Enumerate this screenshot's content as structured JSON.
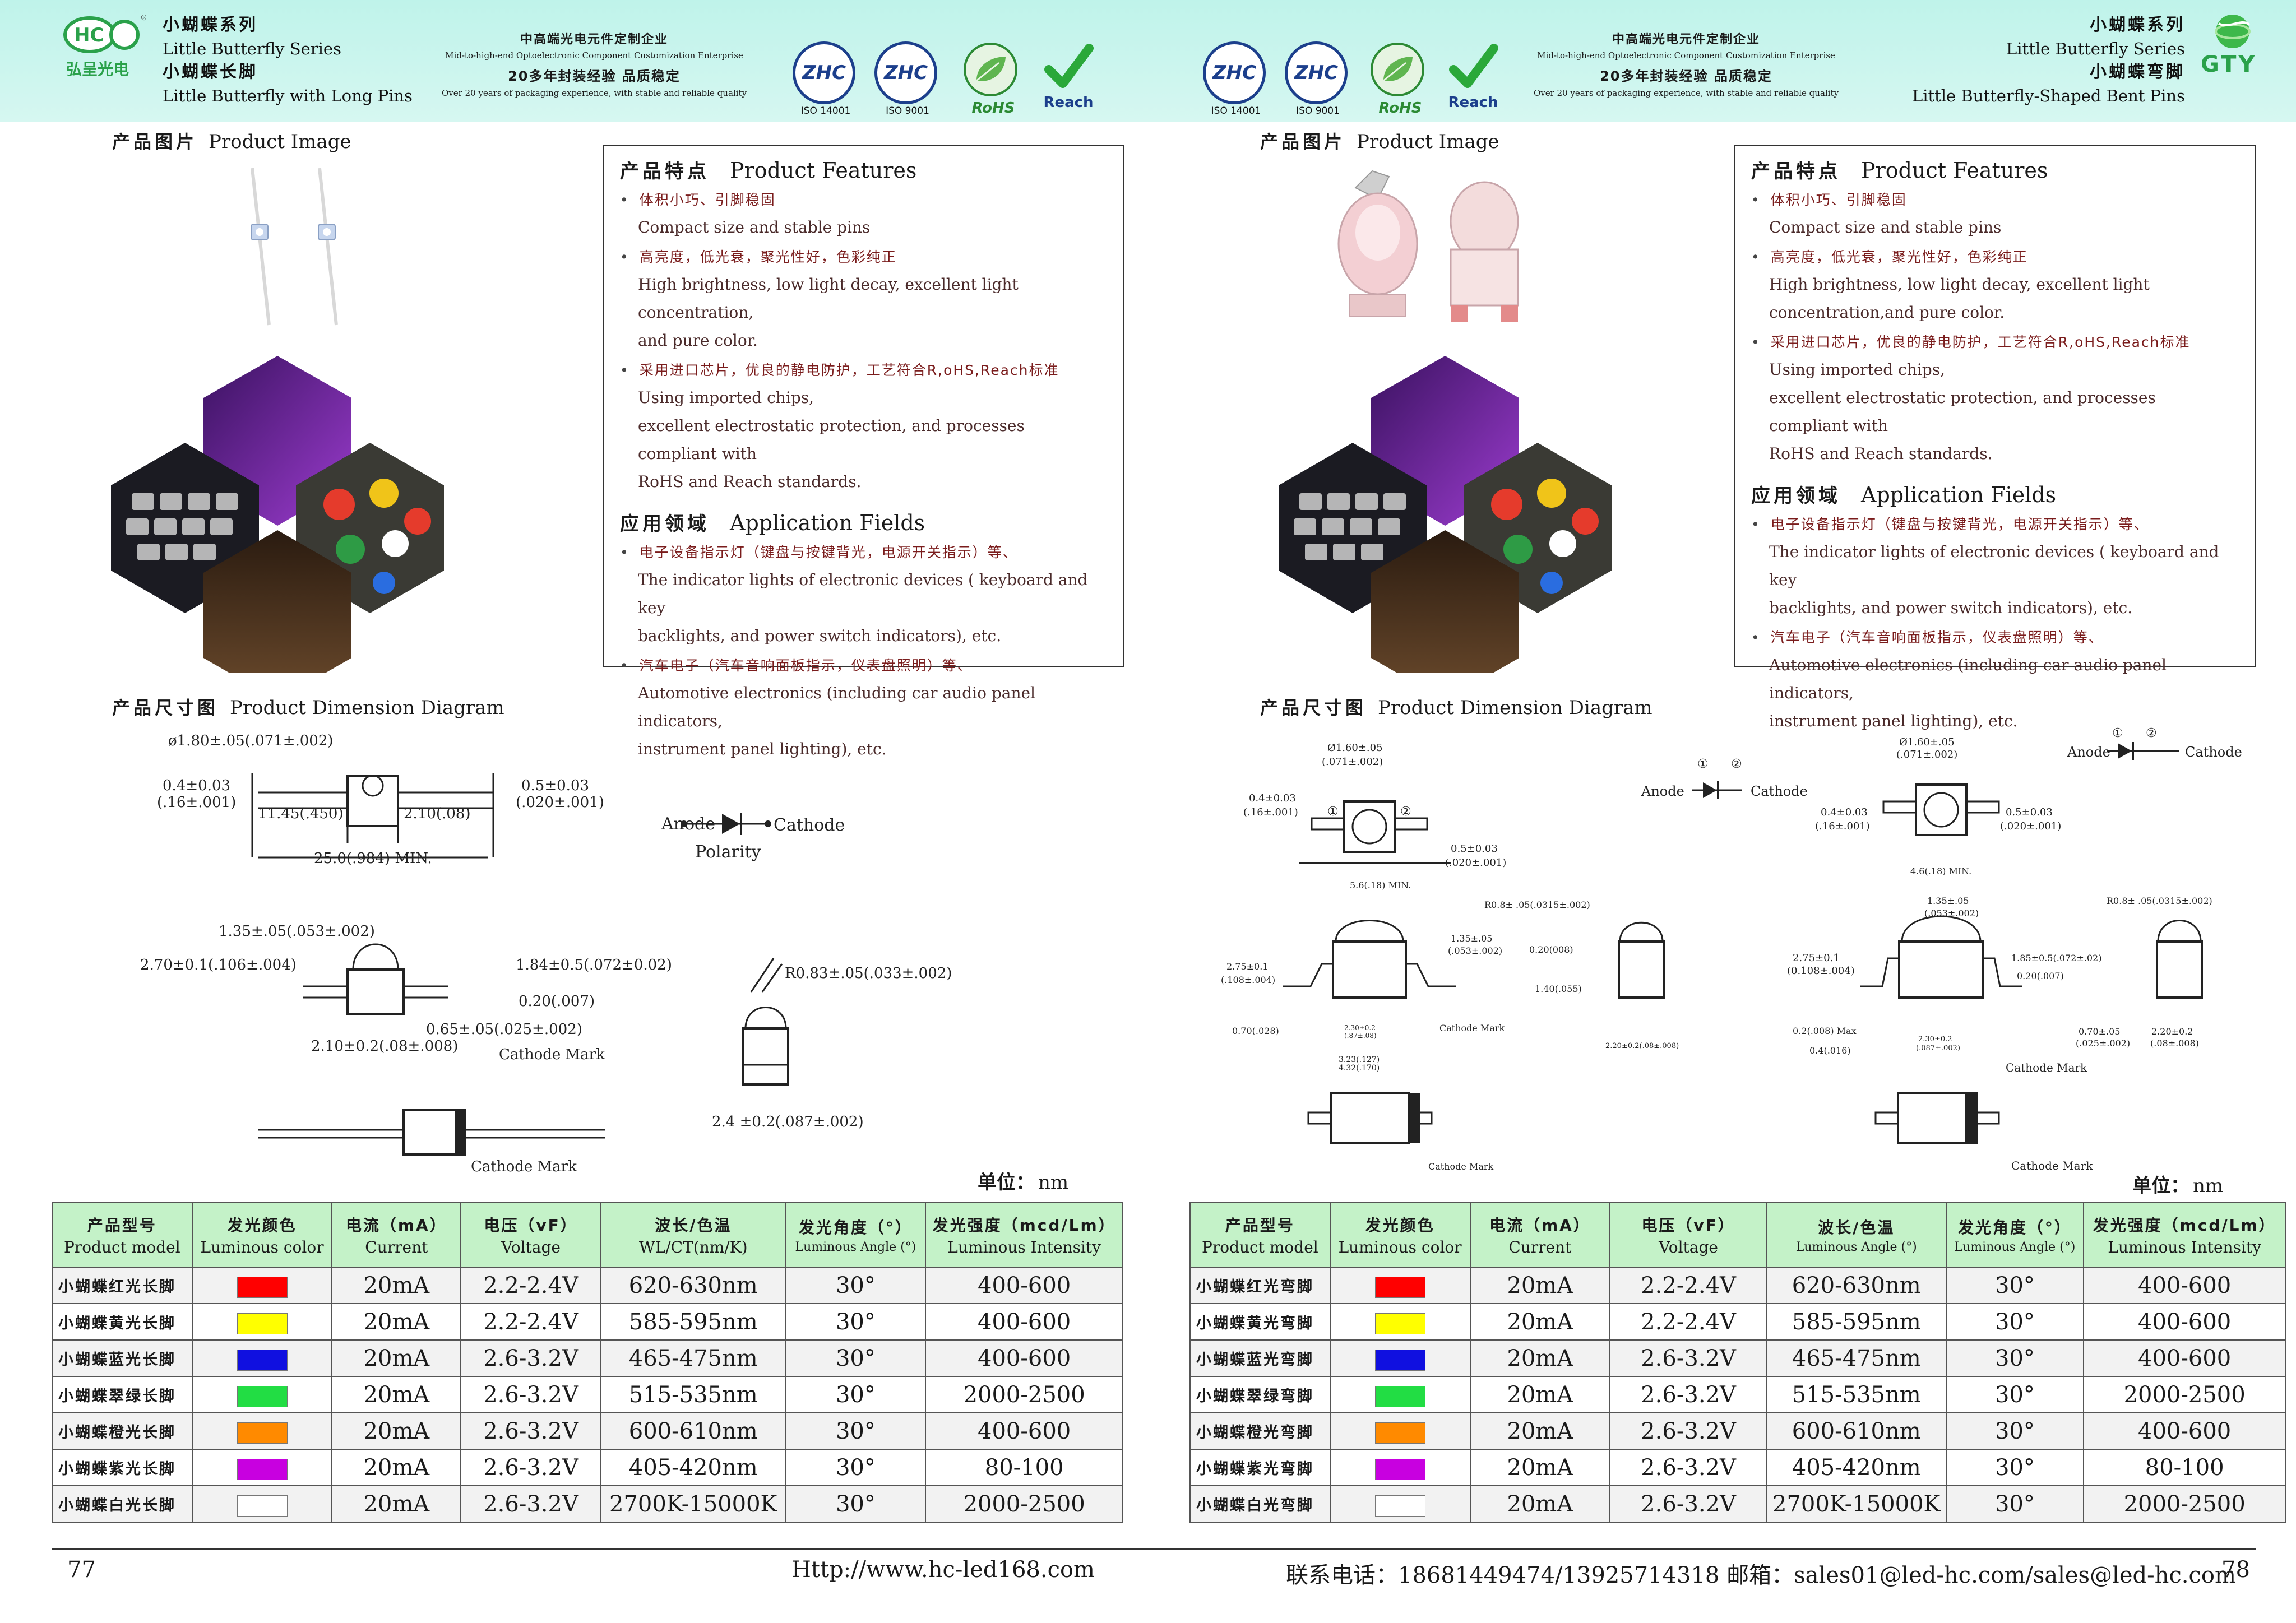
{
  "left": {
    "logo_text": "HC",
    "logo_caption": "弘呈光电",
    "series_cn": "小蝴蝶系列",
    "series_en": "Little Butterfly Series",
    "product_cn": "小蝴蝶长脚",
    "product_en": "Little Butterfly with Long Pins",
    "page_number": "77",
    "url": "Http://www.hc-led168.com"
  },
  "right": {
    "logo_text": "GTY",
    "series_cn": "小蝴蝶系列",
    "series_en": "Little Butterfly Series",
    "product_cn": "小蝴蝶弯脚",
    "product_en": "Little Butterfly-Shaped Bent Pins",
    "page_number": "78",
    "contact": "联系电话：18681449474/13925714318  邮箱：sales01@led-hc.com/sales@led-hc.com"
  },
  "enterprise": {
    "line1": "中高端光电元件定制企业",
    "line2": "Mid-to-high-end Optoelectronic Component Customization Enterprise",
    "line3": "20多年封装经验 品质稳定",
    "line4": "Over 20 years of packaging experience, with stable and reliable quality"
  },
  "certs": {
    "zhc": "ZHC",
    "iso14001": "ISO 14001",
    "iso9001": "ISO 9001",
    "rohs": "RoHS",
    "reach": "Reach"
  },
  "sections": {
    "product_image_cn": "产品图片",
    "product_image_en": "Product Image",
    "dimension_cn": "产品尺寸图",
    "dimension_en": "Product Dimension Diagram",
    "unit_cn": "单位：",
    "unit_en": "nm"
  },
  "features": {
    "heading_cn": "产品特点",
    "heading_en": "Product Features",
    "items": [
      {
        "cn": "体积小巧、引脚稳固",
        "en": "Compact size and stable pins"
      },
      {
        "cn": "高亮度，低光衰，聚光性好，色彩纯正",
        "en": "High brightness, low light decay, excellent light concentration,",
        "en2": "and pure color.",
        "en_r": "High brightness, low light decay, excellent light",
        "en2_r": "concentration,and pure color."
      },
      {
        "cn": "采用进口芯片，优良的静电防护，工艺符合R,oHS,Reach标准",
        "en": "Using imported chips,",
        "en2": "excellent electrostatic protection, and processes compliant with",
        "en3": "RoHS and Reach standards."
      }
    ]
  },
  "applications": {
    "heading_cn": "应用领域",
    "heading_en": "Application Fields",
    "items": [
      {
        "cn": "电子设备指示灯（键盘与按键背光，电源开关指示）等、",
        "en": "The indicator lights of electronic devices ( keyboard and key",
        "en2": "backlights, and power switch indicators), etc."
      },
      {
        "cn": "汽车电子（汽车音响面板指示，仪表盘照明）等、",
        "en": "Automotive electronics (including car audio panel indicators,",
        "en2": "instrument panel lighting), etc."
      }
    ]
  },
  "table": {
    "headers": [
      {
        "cn": "产品型号",
        "en": "Product model"
      },
      {
        "cn": "发光颜色",
        "en": "Luminous color"
      },
      {
        "cn": "电流（mA）",
        "en": "Current"
      },
      {
        "cn": "电压（vF）",
        "en": "Voltage"
      },
      {
        "cn": "波长/色温",
        "en": "WL/CT(nm/K)",
        "en_r": "Luminous Angle (°)"
      },
      {
        "cn": "发光角度（°）",
        "en": "Luminous Angle (°)"
      },
      {
        "cn": "发光强度（mcd/Lm）",
        "en": "Luminous Intensity"
      }
    ],
    "rows_left": [
      {
        "model": "小蝴蝶红光长脚",
        "color": "#ff0000",
        "current": "20mA",
        "voltage": "2.2-2.4V",
        "wl": "620-630nm",
        "angle": "30°",
        "intensity": "400-600"
      },
      {
        "model": "小蝴蝶黄光长脚",
        "color": "#ffff00",
        "current": "20mA",
        "voltage": "2.2-2.4V",
        "wl": "585-595nm",
        "angle": "30°",
        "intensity": "400-600"
      },
      {
        "model": "小蝴蝶蓝光长脚",
        "color": "#1010e0",
        "current": "20mA",
        "voltage": "2.6-3.2V",
        "wl": "465-475nm",
        "angle": "30°",
        "intensity": "400-600"
      },
      {
        "model": "小蝴蝶翠绿长脚",
        "color": "#22dd44",
        "current": "20mA",
        "voltage": "2.6-3.2V",
        "wl": "515-535nm",
        "angle": "30°",
        "intensity": "2000-2500"
      },
      {
        "model": "小蝴蝶橙光长脚",
        "color": "#ff8a00",
        "current": "20mA",
        "voltage": "2.6-3.2V",
        "wl": "600-610nm",
        "angle": "30°",
        "intensity": "400-600"
      },
      {
        "model": "小蝴蝶紫光长脚",
        "color": "#c800e0",
        "current": "20mA",
        "voltage": "2.6-3.2V",
        "wl": "405-420nm",
        "angle": "30°",
        "intensity": "80-100"
      },
      {
        "model": "小蝴蝶白光长脚",
        "color": "#ffffff",
        "current": "20mA",
        "voltage": "2.6-3.2V",
        "wl": "2700K-15000K",
        "angle": "30°",
        "intensity": "2000-2500"
      }
    ],
    "rows_right": [
      {
        "model": "小蝴蝶红光弯脚",
        "color": "#ff0000",
        "current": "20mA",
        "voltage": "2.2-2.4V",
        "wl": "620-630nm",
        "angle": "30°",
        "intensity": "400-600"
      },
      {
        "model": "小蝴蝶黄光弯脚",
        "color": "#ffff00",
        "current": "20mA",
        "voltage": "2.2-2.4V",
        "wl": "585-595nm",
        "angle": "30°",
        "intensity": "400-600"
      },
      {
        "model": "小蝴蝶蓝光弯脚",
        "color": "#1010e0",
        "current": "20mA",
        "voltage": "2.6-3.2V",
        "wl": "465-475nm",
        "angle": "30°",
        "intensity": "400-600"
      },
      {
        "model": "小蝴蝶翠绿弯脚",
        "color": "#22dd44",
        "current": "20mA",
        "voltage": "2.6-3.2V",
        "wl": "515-535nm",
        "angle": "30°",
        "intensity": "2000-2500"
      },
      {
        "model": "小蝴蝶橙光弯脚",
        "color": "#ff8a00",
        "current": "20mA",
        "voltage": "2.6-3.2V",
        "wl": "600-610nm",
        "angle": "30°",
        "intensity": "400-600"
      },
      {
        "model": "小蝴蝶紫光弯脚",
        "color": "#c800e0",
        "current": "20mA",
        "voltage": "2.6-3.2V",
        "wl": "405-420nm",
        "angle": "30°",
        "intensity": "80-100"
      },
      {
        "model": "小蝴蝶白光弯脚",
        "color": "#ffffff",
        "current": "20mA",
        "voltage": "2.6-3.2V",
        "wl": "2700K-15000K",
        "angle": "30°",
        "intensity": "2000-2500"
      }
    ]
  },
  "dims_left": {
    "d1": "ø1.80±.05(.071±.002)",
    "d2a": "0.4±0.03",
    "d2b": "(.16±.001)",
    "d3": "11.45(.450)",
    "d4": "2.10(.08)",
    "d5a": "0.5±0.03",
    "d5b": "(.020±.001)",
    "d6": "25.0(.984) MIN.",
    "anode": "Anode",
    "cathode": "Cathode",
    "polarity": "Polarity",
    "d7": "1.35±.05(.053±.002)",
    "d8": "2.70±0.1(.106±.004)",
    "d9": "1.84±0.5(.072±0.02)",
    "d10": "0.20(.007)",
    "d11": "0.65±.05(.025±.002)",
    "d12": "2.10±0.2(.08±.008)",
    "cathode_mark": "Cathode Mark",
    "d13": "R0.83±.05(.033±.002)",
    "d14": "2.4 ±0.2(.087±.002)"
  },
  "dims_right": {
    "a1": "Ø1.60±.05",
    "a2": "(.071±.002)",
    "a3": "0.4±0.03",
    "a4": "(.16±.001)",
    "a5": "0.5±0.03",
    "a6": "(.020±.001)",
    "a7": "5.6(.18) MIN.",
    "anode": "Anode",
    "cathode": "Cathode",
    "n1": "①",
    "n2": "②",
    "a8": "R0.8± .05(.0315±.002)",
    "a9": "1.35±.05",
    "a10": "(.053±.002)",
    "a11": "0.20(008)",
    "a12": "2.75±0.1",
    "a13": "(.108±.004)",
    "a14": "1.40(.055)",
    "a15": "0.70(.028)",
    "a16": "2.30±0.2",
    "a17": "(.87±.08)",
    "a18": "3.23(.127)",
    "a19": "4.32(.170)",
    "a20": "2.20±0.2(.08±.008)",
    "cathode_mark": "Cathode Mark",
    "b1": "Ø1.60±.05",
    "b2": "(.071±.002)",
    "b3": "0.4±0.03",
    "b4": "(.16±.001)",
    "b5": "0.5±0.03",
    "b6": "(.020±.001)",
    "b7": "4.6(.18) MIN.",
    "b8": "1.35±.05",
    "b9": "(.053±.002)",
    "b10": "R0.8± .05(.0315±.002)",
    "b11": "2.75±0.1",
    "b12": "(0.108±.004)",
    "b13": "1.85±0.5(.072±.02)",
    "b14": "0.20(.007)",
    "b15": "0.2(.008) Max",
    "b16": "0.4(.016)",
    "b17": "2.30±0.2",
    "b18": "(.087±.002)",
    "b19": "0.70±.05",
    "b20": "(.025±.002)",
    "b21": "2.20±0.2",
    "b22": "(.08±.008)"
  }
}
